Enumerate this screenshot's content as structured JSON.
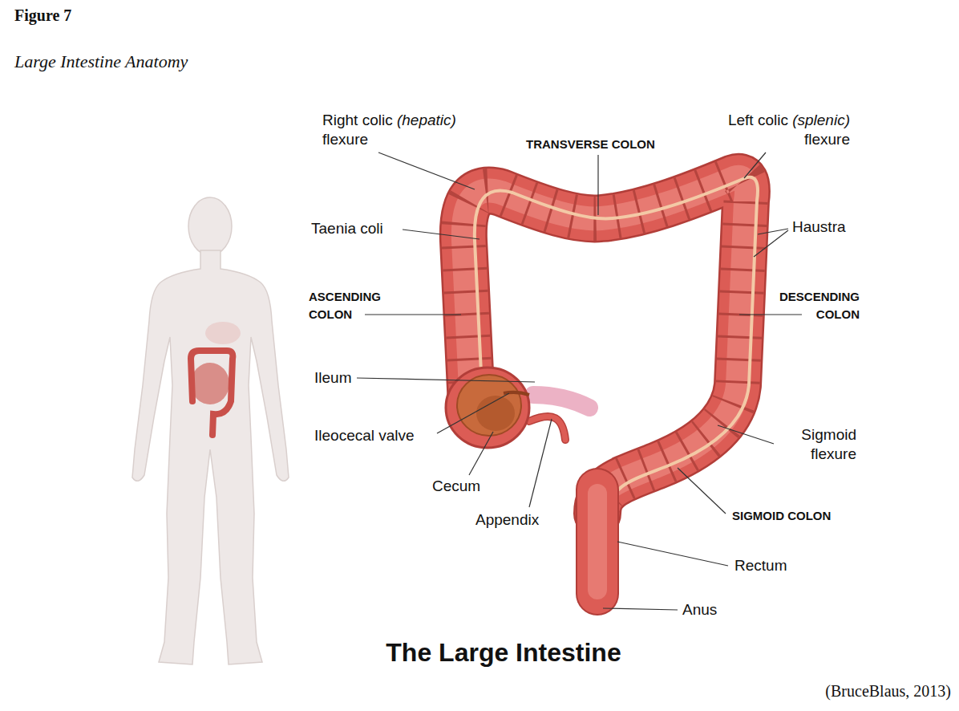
{
  "diagram": {
    "title": "Large Intestine Anatomy",
    "caption": "(BruceBlaus, 2013)",
    "labels": [
      "Figure 7",
      "Right colic (hepatic) flexure",
      "TRANSVERSE COLON",
      "Left colic (splenic) flexure",
      "Taenia coli",
      "Haustra",
      "ASCENDING COLON",
      "DESCENDING COLON",
      "Ileum",
      "Ileocecal valve",
      "Cecum",
      "Appendix",
      "Sigmoid flexure",
      "SIGMOID COLON",
      "Rectum",
      "Anus",
      "The Large Intestine"
    ]
  }
}
